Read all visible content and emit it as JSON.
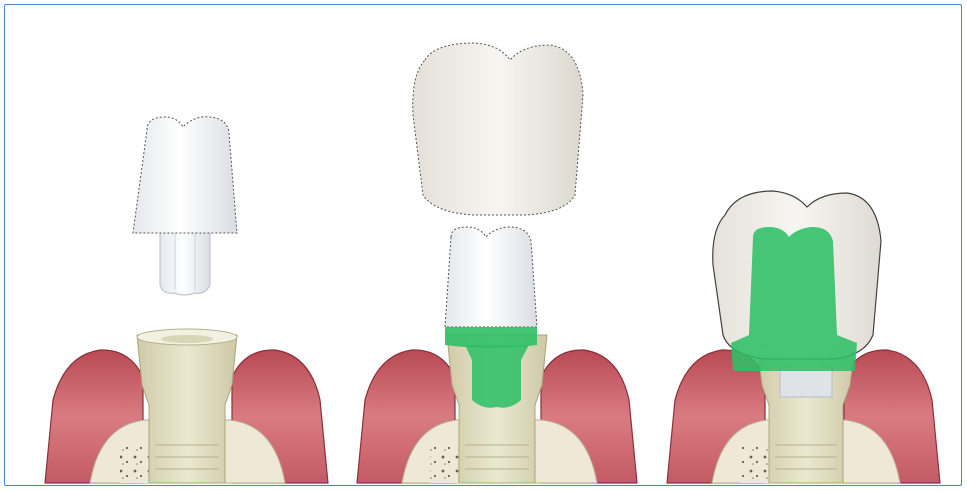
{
  "figure": {
    "description_visible_text": "",
    "panels": [
      {
        "id": "panel-1",
        "stage": "abutment-cap-above-implant"
      },
      {
        "id": "panel-2",
        "stage": "cap-on-abutment-crown-above"
      },
      {
        "id": "panel-3",
        "stage": "crown-seated-over-cap"
      }
    ],
    "colors": {
      "border": "#4a86c5",
      "gum": "#c9636b",
      "gum_dark": "#8c2f3a",
      "bone": "#efe8d6",
      "implant": "#dfdcc0",
      "cap": "#f3f4f6",
      "crown": "#eeebe6",
      "cement_green": "#2fbf66"
    }
  }
}
